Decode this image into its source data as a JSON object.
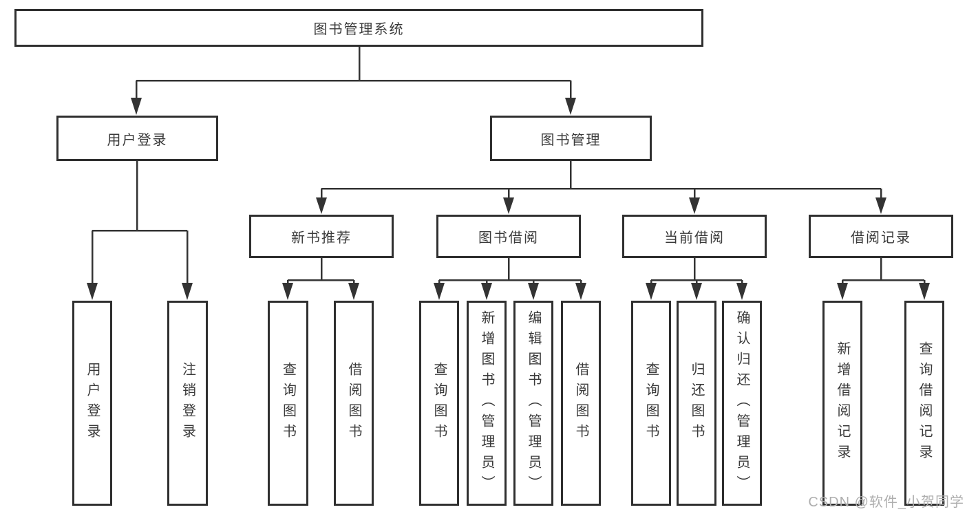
{
  "tree": {
    "root": {
      "label": "图书管理系统",
      "children": [
        {
          "label": "用户登录",
          "children": [
            {
              "label": "用户登录"
            },
            {
              "label": "注销登录"
            }
          ]
        },
        {
          "label": "图书管理",
          "children": [
            {
              "label": "新书推荐",
              "children": [
                {
                  "label": "查询图书"
                },
                {
                  "label": "借阅图书"
                }
              ]
            },
            {
              "label": "图书借阅",
              "children": [
                {
                  "label": "查询图书"
                },
                {
                  "label": "新增图书（管理员）"
                },
                {
                  "label": "编辑图书（管理员）"
                },
                {
                  "label": "借阅图书"
                }
              ]
            },
            {
              "label": "当前借阅",
              "children": [
                {
                  "label": "查询图书"
                },
                {
                  "label": "归还图书"
                },
                {
                  "label": "确认归还（管理员）"
                }
              ]
            },
            {
              "label": "借阅记录",
              "children": [
                {
                  "label": "新增借阅记录"
                },
                {
                  "label": "查询借阅记录"
                }
              ]
            }
          ]
        }
      ]
    }
  },
  "watermark": {
    "text": "CSDN @软件_小贺同学"
  },
  "colors": {
    "line": "#333333",
    "box_border": "#2f2f2f",
    "text": "#3a3a3a",
    "watermark": "#aeaeae",
    "background": "#ffffff"
  }
}
